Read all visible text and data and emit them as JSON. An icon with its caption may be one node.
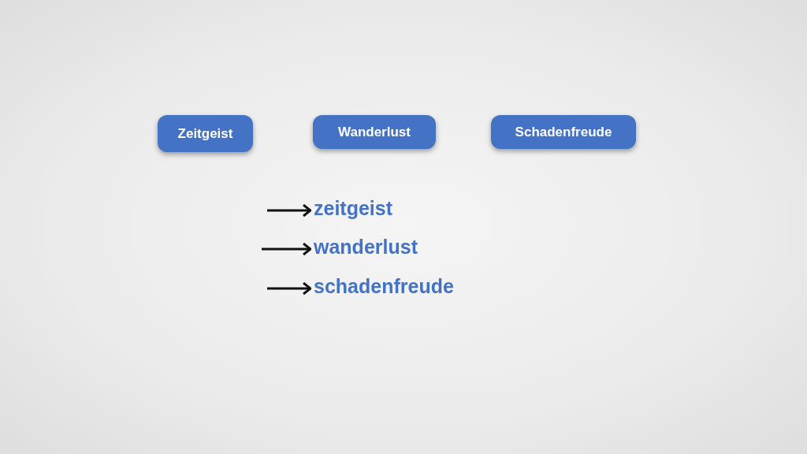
{
  "diagram": {
    "nodes": [
      {
        "text": [
          "Zeitgeist"
        ]
      },
      {
        "text": [
          "Wanderlust"
        ]
      },
      {
        "text": [
          "Schadenfreude"
        ]
      },
      {
        "text": [
          "zeitgeist"
        ]
      },
      {
        "text": [
          "wanderlust"
        ]
      },
      {
        "text": [
          "schadenfreude"
        ]
      }
    ],
    "edges": [
      {
        "from": null,
        "to": 3,
        "arrow": "to"
      },
      {
        "from": null,
        "to": 4,
        "arrow": "to"
      },
      {
        "from": null,
        "to": 5,
        "arrow": "to"
      }
    ]
  }
}
